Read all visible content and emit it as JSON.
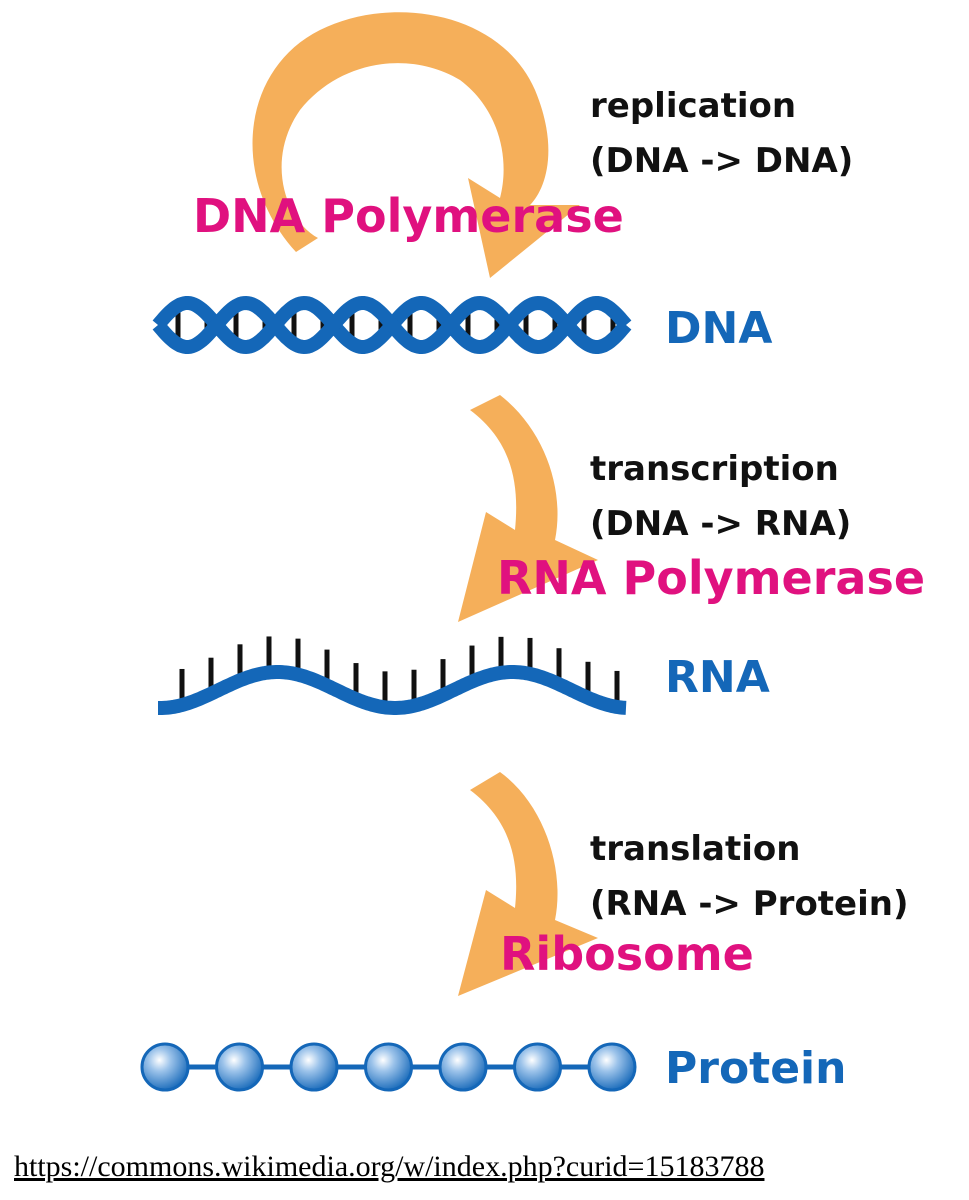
{
  "colors": {
    "arrow": "#F5AF5A",
    "enzyme": "#E0117F",
    "molecule": "#1467B8",
    "step": "#111111",
    "rung": "#111111"
  },
  "replication": {
    "step": "replication",
    "detail": "(DNA -> DNA)",
    "enzyme": "DNA Polymerase"
  },
  "dna": {
    "label": "DNA"
  },
  "transcription": {
    "step": "transcription",
    "detail": "(DNA -> RNA)",
    "enzyme": "RNA Polymerase"
  },
  "rna": {
    "label": "RNA"
  },
  "translation": {
    "step": "translation",
    "detail": "(RNA -> Protein)",
    "enzyme": "Ribosome"
  },
  "protein": {
    "label": "Protein",
    "bead_count": 7
  },
  "credit": {
    "url": "https://commons.wikimedia.org/w/index.php?curid=15183788"
  }
}
